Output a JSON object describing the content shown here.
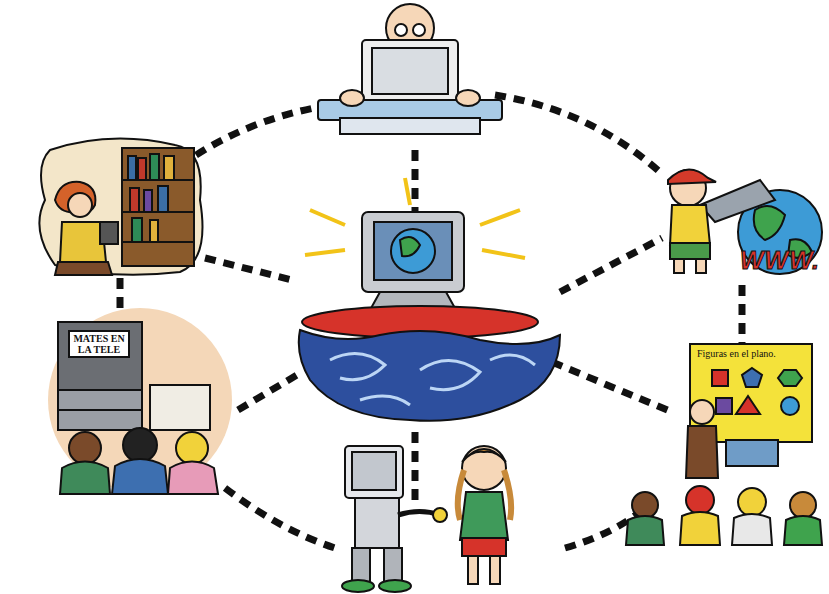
{
  "diagram": {
    "labels": [
      "WWW.",
      "MATES EN LA TELE",
      "Figuras en el plano."
    ]
  }
}
